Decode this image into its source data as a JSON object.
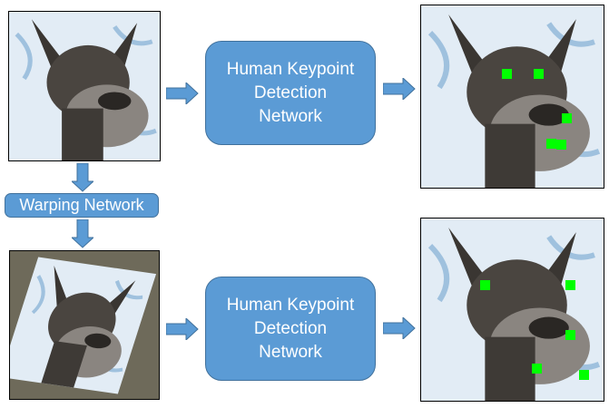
{
  "top_network": {
    "label_line1": "Human Keypoint",
    "label_line2": "Detection",
    "label_line3": "Network"
  },
  "bottom_network": {
    "label_line1": "Human Keypoint",
    "label_line2": "Detection",
    "label_line3": "Network"
  },
  "warping": {
    "label": "Warping Network"
  },
  "colors": {
    "box_fill": "#5b9bd5",
    "keypoint": "#00ff00",
    "warp_background": "#6e6a5a"
  }
}
